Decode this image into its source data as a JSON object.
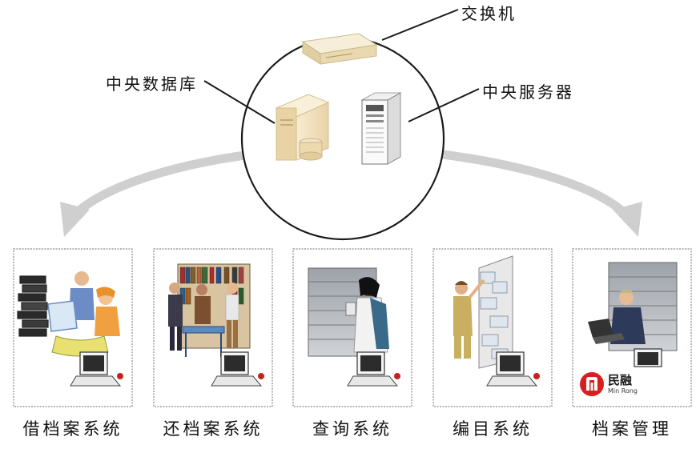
{
  "labels": {
    "switch": "交换机",
    "database": "中央数据库",
    "server": "中央服务器"
  },
  "systems": [
    {
      "label": "借档案系统"
    },
    {
      "label": "还档案系统"
    },
    {
      "label": "查询系统"
    },
    {
      "label": "编目系统"
    },
    {
      "label": "档案管理"
    }
  ],
  "logo": {
    "cn": "民融",
    "en": "Min Rong",
    "color": "#d81e1e"
  },
  "colors": {
    "arrow": "#cfcfcf",
    "frame": "#8a8a8a",
    "cabinet": "#b9bcc2"
  }
}
